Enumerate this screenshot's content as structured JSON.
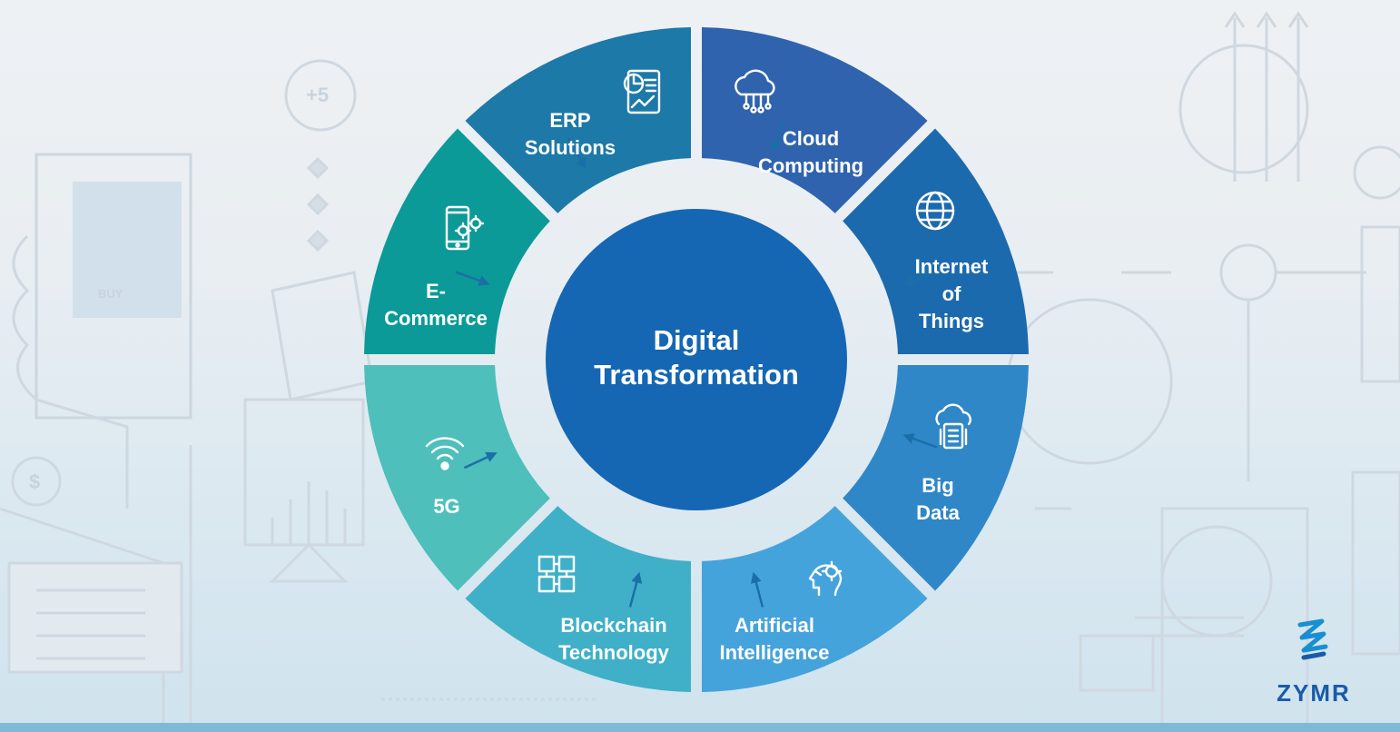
{
  "center": {
    "line1": "Digital",
    "line2": "Transformation"
  },
  "segments": [
    {
      "id": "erp",
      "label": "ERP\nSolutions",
      "color": "#1d79a8",
      "icon": "report-chart-icon"
    },
    {
      "id": "cloud",
      "label": "Cloud\nComputing",
      "color": "#2f63ae",
      "icon": "cloud-network-icon"
    },
    {
      "id": "iot",
      "label": "Internet\nof\nThings",
      "color": "#1c6aae",
      "icon": "globe-icon"
    },
    {
      "id": "bigdata",
      "label": "Big\nData",
      "color": "#2f87c7",
      "icon": "cloud-database-icon"
    },
    {
      "id": "ai",
      "label": "Artificial\nIntelligence",
      "color": "#45a3db",
      "icon": "head-gear-icon"
    },
    {
      "id": "blockchain",
      "label": "Blockchain\nTechnology",
      "color": "#3fb0c8",
      "icon": "blocks-icon"
    },
    {
      "id": "5g",
      "label": "5G",
      "color": "#4ebfba",
      "icon": "wifi-signal-icon"
    },
    {
      "id": "ecommerce",
      "label": "E-\nCommerce",
      "color": "#0b9a97",
      "icon": "mobile-gears-icon"
    }
  ],
  "background_text": {
    "plus_five": "+5",
    "buy": "BUY",
    "dollar": "$"
  },
  "logo": {
    "text": "ZYMR",
    "color": "#1a5aa8",
    "icon": "zymr-logo-icon"
  },
  "colors": {
    "center": "#1567b4",
    "arrow": "#1b6fa8",
    "ring_gap": "#dde8ef"
  }
}
